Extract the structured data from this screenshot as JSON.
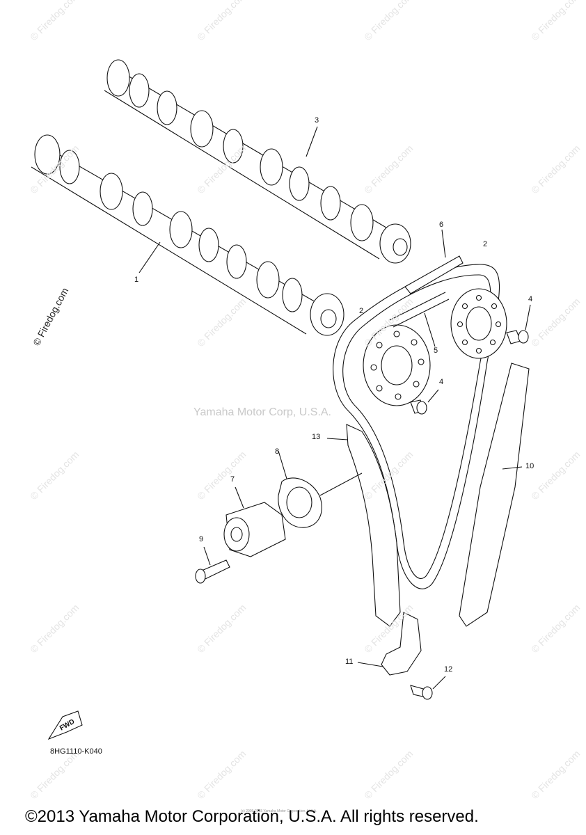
{
  "watermark_text": "© Firedog.com",
  "brand_watermark": "Yamaha Motor Corp, U.S.A.",
  "firedog_side_text": "© Firedog.com",
  "callouts": [
    "1",
    "2",
    "2",
    "3",
    "4",
    "4",
    "5",
    "6",
    "7",
    "8",
    "9",
    "10",
    "11",
    "12",
    "13"
  ],
  "diagram_code": "8HG1110-K040",
  "fwd_label": "FWD",
  "small_copyright": "(c) 2005-2015 Yamaha Motor Corporation, U.S.A.",
  "copyright": "©2013 Yamaha Motor Corporation, U.S.A. All rights reserved."
}
